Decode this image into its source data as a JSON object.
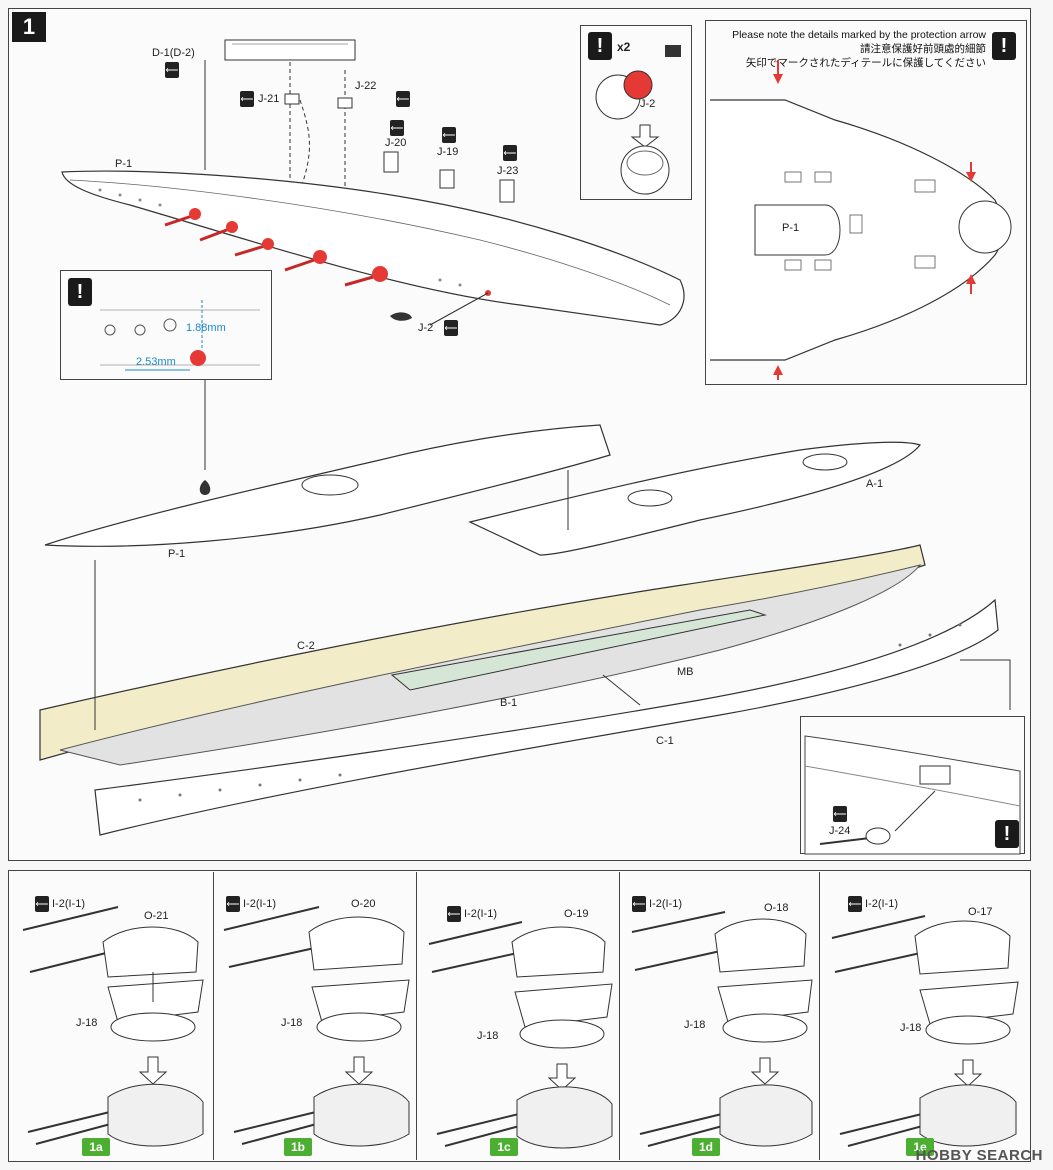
{
  "step": {
    "number": "1"
  },
  "top_labels": {
    "d1": "D-1(D-2)",
    "j21": "J-21",
    "j22": "J-22",
    "j20": "J-20",
    "j19": "J-19",
    "j23": "J-23",
    "p1_top": "P-1",
    "j2_bottom": "J-2"
  },
  "detail_inset": {
    "dim_vertical": "1.88mm",
    "dim_horizontal": "2.53mm"
  },
  "callout_j2": {
    "qty": "x2",
    "label": "J-2"
  },
  "protection_note": {
    "line1": "Please note the details marked by the protection arrow",
    "line2": "請注意保護好前頭處的細節",
    "line3": "矢印でマークされたディテールに保護してください",
    "deck_label": "P-1"
  },
  "main_labels": {
    "a1": "A-1",
    "p1": "P-1",
    "c2": "C-2",
    "mb": "MB",
    "b1": "B-1",
    "c1": "C-1",
    "j24": "J-24"
  },
  "turrets": [
    {
      "gun": "I-2(I-1)",
      "turret": "O-21",
      "base": "J-18",
      "badge": "1a"
    },
    {
      "gun": "I-2(I-1)",
      "turret": "O-20",
      "base": "J-18",
      "badge": "1b"
    },
    {
      "gun": "I-2(I-1)",
      "turret": "O-19",
      "base": "J-18",
      "badge": "1c"
    },
    {
      "gun": "I-2(I-1)",
      "turret": "O-18",
      "base": "J-18",
      "badge": "1d"
    },
    {
      "gun": "I-2(I-1)",
      "turret": "O-17",
      "base": "J-18",
      "badge": "1e"
    }
  ],
  "watermark": "HOBBY SEARCH",
  "colors": {
    "accent_red": "#e53935",
    "hull_cream": "#f3ecc8",
    "deck_green": "#d6e6d6",
    "hull_grey": "#e2e2e2",
    "badge_green": "#4caf32"
  }
}
